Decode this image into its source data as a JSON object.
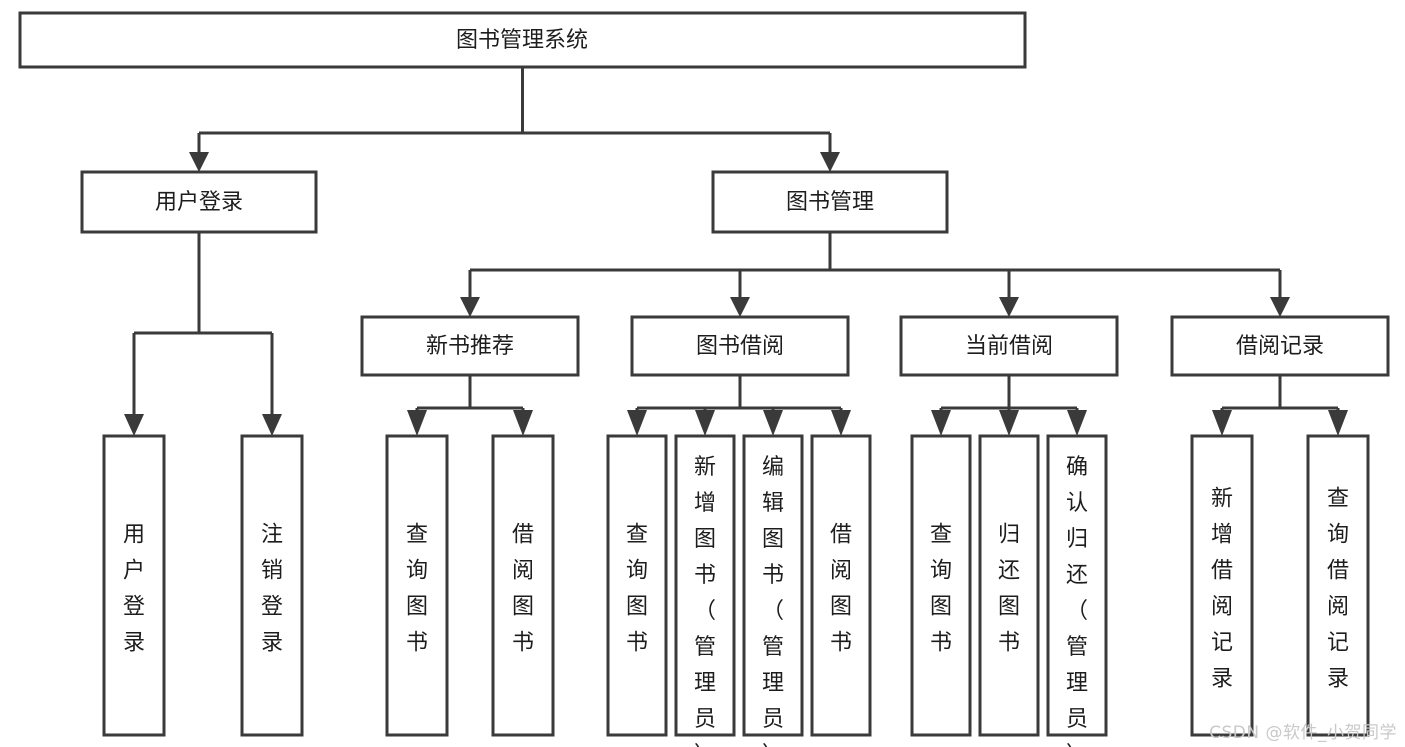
{
  "diagram": {
    "type": "tree",
    "title_node": {
      "id": "root",
      "label": "图书管理系统"
    },
    "level2": [
      {
        "id": "user-login",
        "label": "用户登录"
      },
      {
        "id": "book-management",
        "label": "图书管理"
      }
    ],
    "level3": [
      {
        "id": "new-book-recommend",
        "label": "新书推荐",
        "parent": "book-management"
      },
      {
        "id": "book-borrow",
        "label": "图书借阅",
        "parent": "book-management"
      },
      {
        "id": "current-borrow",
        "label": "当前借阅",
        "parent": "book-management"
      },
      {
        "id": "borrow-record",
        "label": "借阅记录",
        "parent": "book-management"
      }
    ],
    "leaves": {
      "user-login": [
        {
          "id": "leaf-user-login",
          "label": "用户登录"
        },
        {
          "id": "leaf-user-logout",
          "label": "注销登录"
        }
      ],
      "new-book-recommend": [
        {
          "id": "leaf-query-book-1",
          "label": "查询图书"
        },
        {
          "id": "leaf-borrow-book-1",
          "label": "借阅图书"
        }
      ],
      "book-borrow": [
        {
          "id": "leaf-query-book-2",
          "label": "查询图书"
        },
        {
          "id": "leaf-add-book",
          "label": "新增图书（管理员）"
        },
        {
          "id": "leaf-edit-book",
          "label": "编辑图书（管理员）"
        },
        {
          "id": "leaf-borrow-book-2",
          "label": "借阅图书"
        }
      ],
      "current-borrow": [
        {
          "id": "leaf-query-book-3",
          "label": "查询图书"
        },
        {
          "id": "leaf-return-book",
          "label": "归还图书"
        },
        {
          "id": "leaf-confirm-return",
          "label": "确认归还（管理员）"
        }
      ],
      "borrow-record": [
        {
          "id": "leaf-add-record",
          "label": "新增借阅记录"
        },
        {
          "id": "leaf-query-record",
          "label": "查询借阅记录"
        }
      ]
    }
  },
  "watermark": {
    "text": "CSDN @软件_小贺同学",
    "color": "#c9c9c9"
  },
  "colors": {
    "box_stroke": "#3a3a3a",
    "box_fill": "#ffffff",
    "text": "#1d1d1d",
    "canvas": "#ffffff"
  }
}
